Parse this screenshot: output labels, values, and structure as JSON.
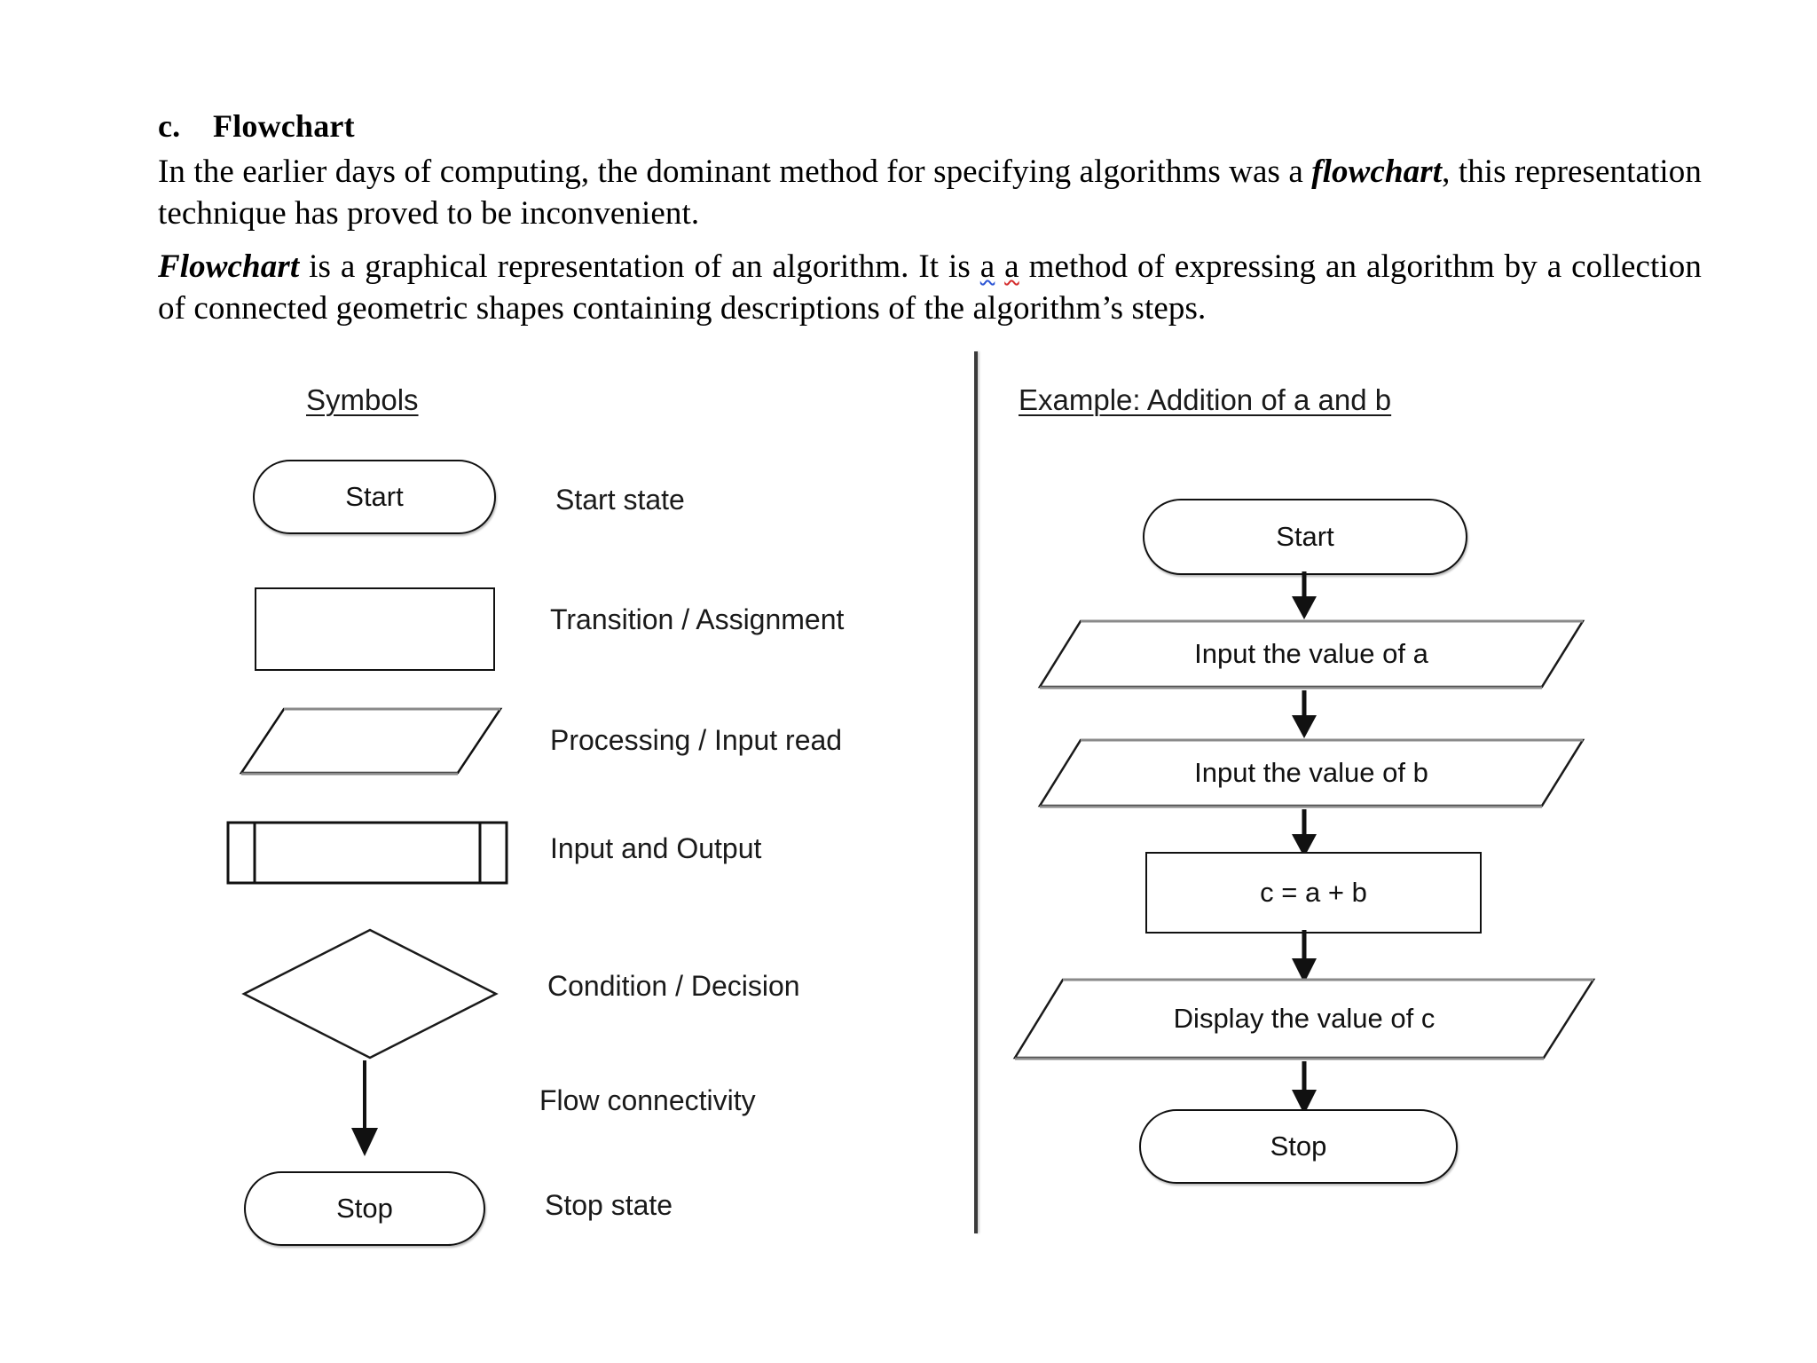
{
  "document": {
    "heading_marker": "c.",
    "heading_title": "Flowchart",
    "paragraph1_part1": "In the earlier days of computing, the dominant method for specifying algorithms was a ",
    "paragraph1_emphasis": "flowchart",
    "paragraph1_part2": ", this representation technique has proved to be inconvenient.",
    "paragraph2_emphasis": "Flowchart",
    "paragraph2_part1": " is a graphical representation of an algorithm. It is ",
    "paragraph2_misspell_blue": "a",
    "paragraph2_misspell_red": "a",
    "paragraph2_part2": " method of expressing an algorithm by a collection of connected geometric shapes containing descriptions of the algorithm’s steps."
  },
  "symbols_column": {
    "heading": "Symbols",
    "items": [
      {
        "shape": "stadium",
        "shape_text": "Start",
        "label": "Start state"
      },
      {
        "shape": "rectangle",
        "shape_text": "",
        "label": "Transition / Assignment"
      },
      {
        "shape": "parallelogram",
        "shape_text": "",
        "label": "Processing / Input read"
      },
      {
        "shape": "input-output",
        "shape_text": "",
        "label": "Input and Output"
      },
      {
        "shape": "diamond",
        "shape_text": "",
        "label": "Condition / Decision"
      },
      {
        "shape": "arrow",
        "shape_text": "",
        "label": "Flow connectivity"
      },
      {
        "shape": "stadium",
        "shape_text": "Stop",
        "label": "Stop state"
      }
    ]
  },
  "example_column": {
    "heading": "Example: Addition of a and b",
    "nodes": [
      {
        "shape": "stadium",
        "text": "Start"
      },
      {
        "shape": "parallelogram",
        "text": "Input the value of a"
      },
      {
        "shape": "parallelogram",
        "text": "Input the value of b"
      },
      {
        "shape": "rectangle",
        "text": "c = a + b"
      },
      {
        "shape": "parallelogram",
        "text": "Display the value of c"
      },
      {
        "shape": "stadium",
        "text": "Stop"
      }
    ]
  },
  "colors": {
    "ink": "#111111",
    "spell_blue": "#2c55d4",
    "spell_red": "#d42c2c",
    "divider": "#3a3a3a",
    "page": "#ffffff"
  }
}
